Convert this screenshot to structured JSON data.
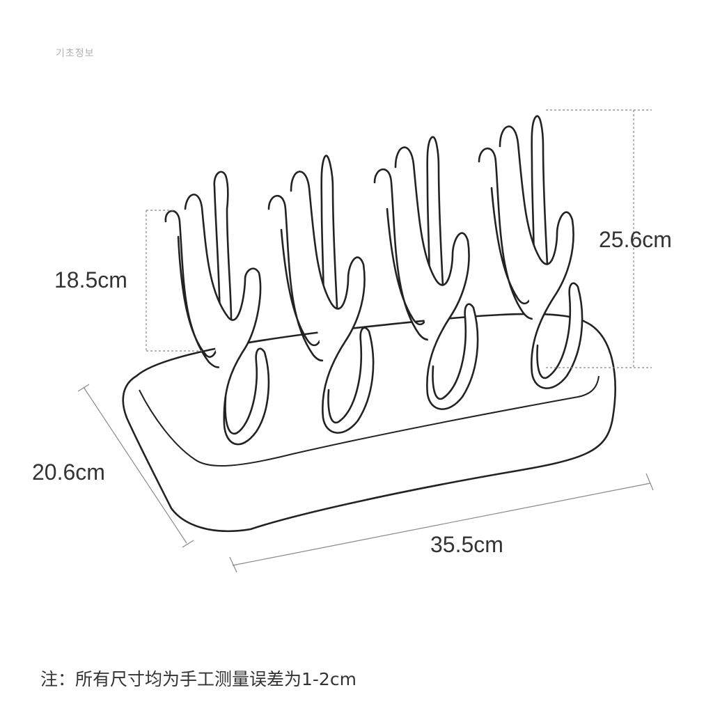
{
  "header": {
    "tag": "기초정보"
  },
  "dimensions": {
    "prong_height": "18.5cm",
    "total_height": "25.6cm",
    "depth": "20.6cm",
    "width": "35.5cm"
  },
  "footnote": "注：所有尺寸均为手工测量误差为1-2cm",
  "colors": {
    "line": "#222222",
    "dim_line": "#888888",
    "text": "#333333"
  },
  "icons": {
    "product": "bottle-drying-rack-icon"
  }
}
